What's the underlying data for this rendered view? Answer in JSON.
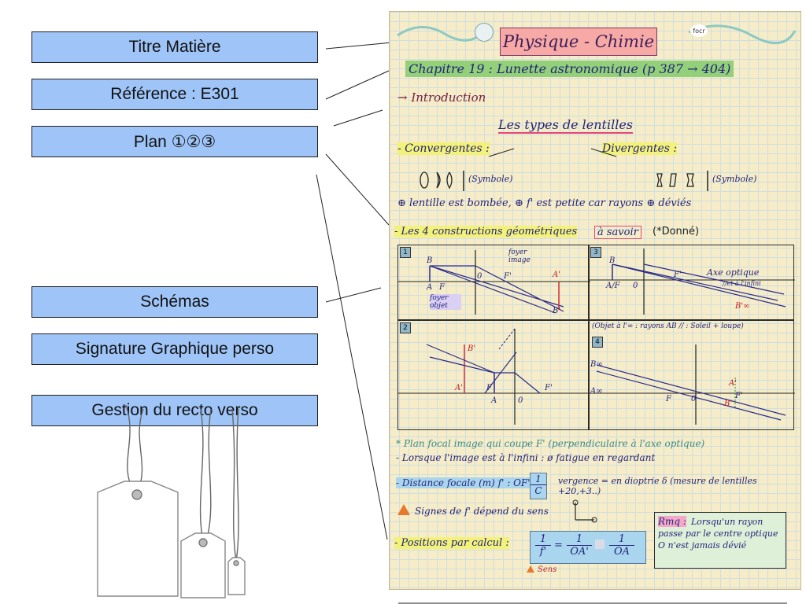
{
  "labels": {
    "titre": "Titre Matière",
    "reference": "Référence : E301",
    "plan": "Plan ①②③",
    "schemas": "Schémas",
    "signature": "Signature Graphique perso",
    "recto": "Gestion du recto verso"
  },
  "notebook": {
    "title": "Physique - Chimie",
    "chapter": "Chapitre 19 : Lunette astronomique (p 387 → 404)",
    "introduction": "→ Introduction",
    "types_heading": "Les types de lentilles",
    "convergentes": "- Convergentes :",
    "divergentes": "Divergentes :",
    "symbole_conv": "(Symbole)",
    "symbole_div": "(Symbole)",
    "lentille_note": "⊕ lentille est bombée, ⊕ f' est petite car rayons ⊕ déviés",
    "constructions": "- Les 4 constructions géométriques",
    "a_savoir": "à savoir",
    "donne": "(*Donné)",
    "d1": {
      "num": "1",
      "b": "B",
      "a": "A",
      "f": "F",
      "o": "0",
      "fp": "F'",
      "ap": "A'",
      "bp": "B'",
      "foyer_image": "foyer image",
      "foyer_objet": "foyer objet"
    },
    "d2": {
      "num": "2",
      "bp": "B'",
      "a": "A",
      "f": "F",
      "ap": "A'",
      "o": "0",
      "fp": "F'"
    },
    "d3": {
      "num": "3",
      "b": "B",
      "af": "A/F",
      "o": "0",
      "fp": "F'",
      "axe": "Axe optique",
      "infini": "//et à l'infini",
      "binf": "B'∞"
    },
    "d4": {
      "num": "4",
      "note": "(Objet à l'∞ : rayons AB // : Soleil + loupe)",
      "binf": "B∞",
      "ainf": "A∞",
      "f": "F",
      "o": "0",
      "ap": "A'",
      "fp": "F'",
      "bp": "B'"
    },
    "plan_focal": "* Plan focal image qui coupe F' (perpendiculaire à l'axe optique)",
    "lorsque": "- Lorsque l'image est à l'infini : ø fatigue en regardant",
    "distance_focale": "- Distance focale (m) f' : OF' =",
    "frac_num": "1",
    "frac_den": "C",
    "vergence": "vergence = en dioptrie δ (mesure de lentilles +20,+3..)",
    "signes": "Signes de f' dépend du sens",
    "rmq_label": "Rmq :",
    "rmq_text": "Lorsqu'un rayon passe par le centre optique O n'est jamais dévié",
    "positions": "- Positions par calcul :",
    "pos_n1": "1",
    "pos_d1": "f'",
    "pos_n2": "1",
    "pos_d2": "OA'",
    "pos_n3": "1",
    "pos_d3": "OA",
    "sens": "Sens"
  }
}
